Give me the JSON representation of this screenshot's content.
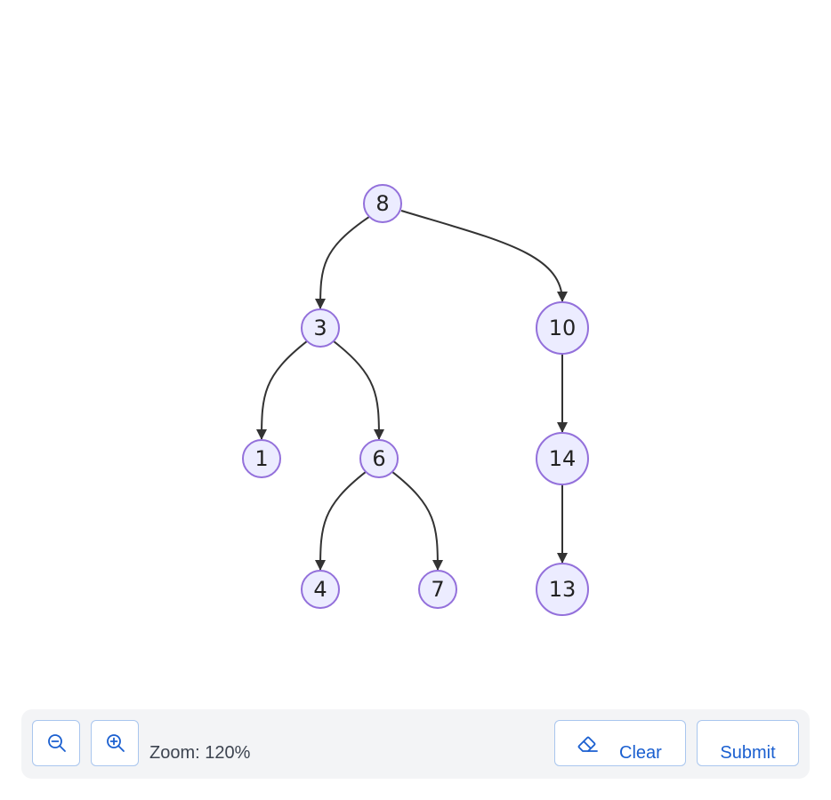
{
  "tree": {
    "nodes": [
      {
        "id": "n8",
        "label": "8"
      },
      {
        "id": "n3",
        "label": "3"
      },
      {
        "id": "n10",
        "label": "10"
      },
      {
        "id": "n1",
        "label": "1"
      },
      {
        "id": "n6",
        "label": "6"
      },
      {
        "id": "n14",
        "label": "14"
      },
      {
        "id": "n4",
        "label": "4"
      },
      {
        "id": "n7",
        "label": "7"
      },
      {
        "id": "n13",
        "label": "13"
      }
    ],
    "edges": [
      {
        "from": "n8",
        "to": "n3"
      },
      {
        "from": "n8",
        "to": "n10"
      },
      {
        "from": "n3",
        "to": "n1"
      },
      {
        "from": "n3",
        "to": "n6"
      },
      {
        "from": "n10",
        "to": "n14"
      },
      {
        "from": "n6",
        "to": "n4"
      },
      {
        "from": "n6",
        "to": "n7"
      },
      {
        "from": "n14",
        "to": "n13"
      }
    ]
  },
  "toolbar": {
    "zoom_label": "Zoom: 120%",
    "clear_label": "Clear",
    "submit_label": "Submit",
    "zoom_out_icon": "zoom-out-icon",
    "zoom_in_icon": "zoom-in-icon",
    "clear_icon": "eraser-icon"
  },
  "colors": {
    "node_fill": "#ECECFF",
    "node_stroke": "#9370DB",
    "edge": "#333333",
    "accent": "#1A5FD0",
    "toolbar_bg": "#F3F4F6"
  }
}
